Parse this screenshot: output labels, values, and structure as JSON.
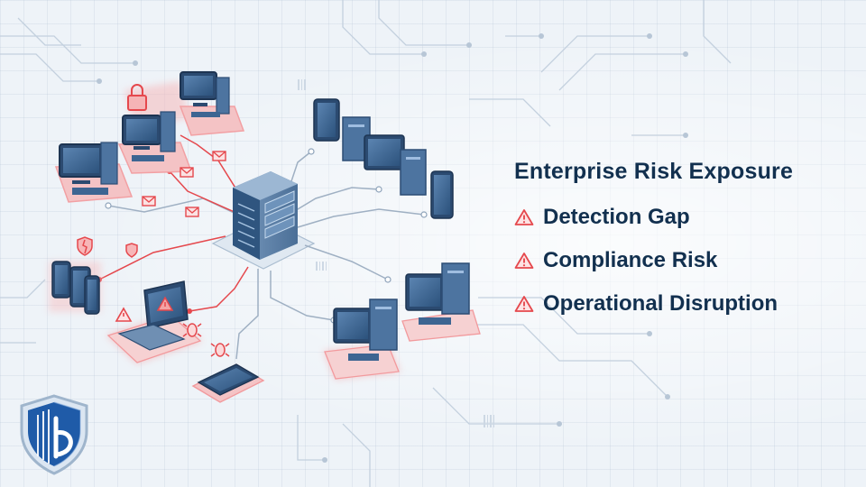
{
  "title": "Enterprise Risk Exposure",
  "risks": [
    {
      "label": "Detection Gap",
      "icon": "warning-triangle-icon"
    },
    {
      "label": "Compliance Risk",
      "icon": "warning-triangle-icon"
    },
    {
      "label": "Operational Disruption",
      "icon": "warning-triangle-icon"
    }
  ],
  "colors": {
    "navy": "#12304f",
    "alert_red": "#e5484d",
    "device_blue": "#3e6a99",
    "background": "#eef3f8"
  }
}
